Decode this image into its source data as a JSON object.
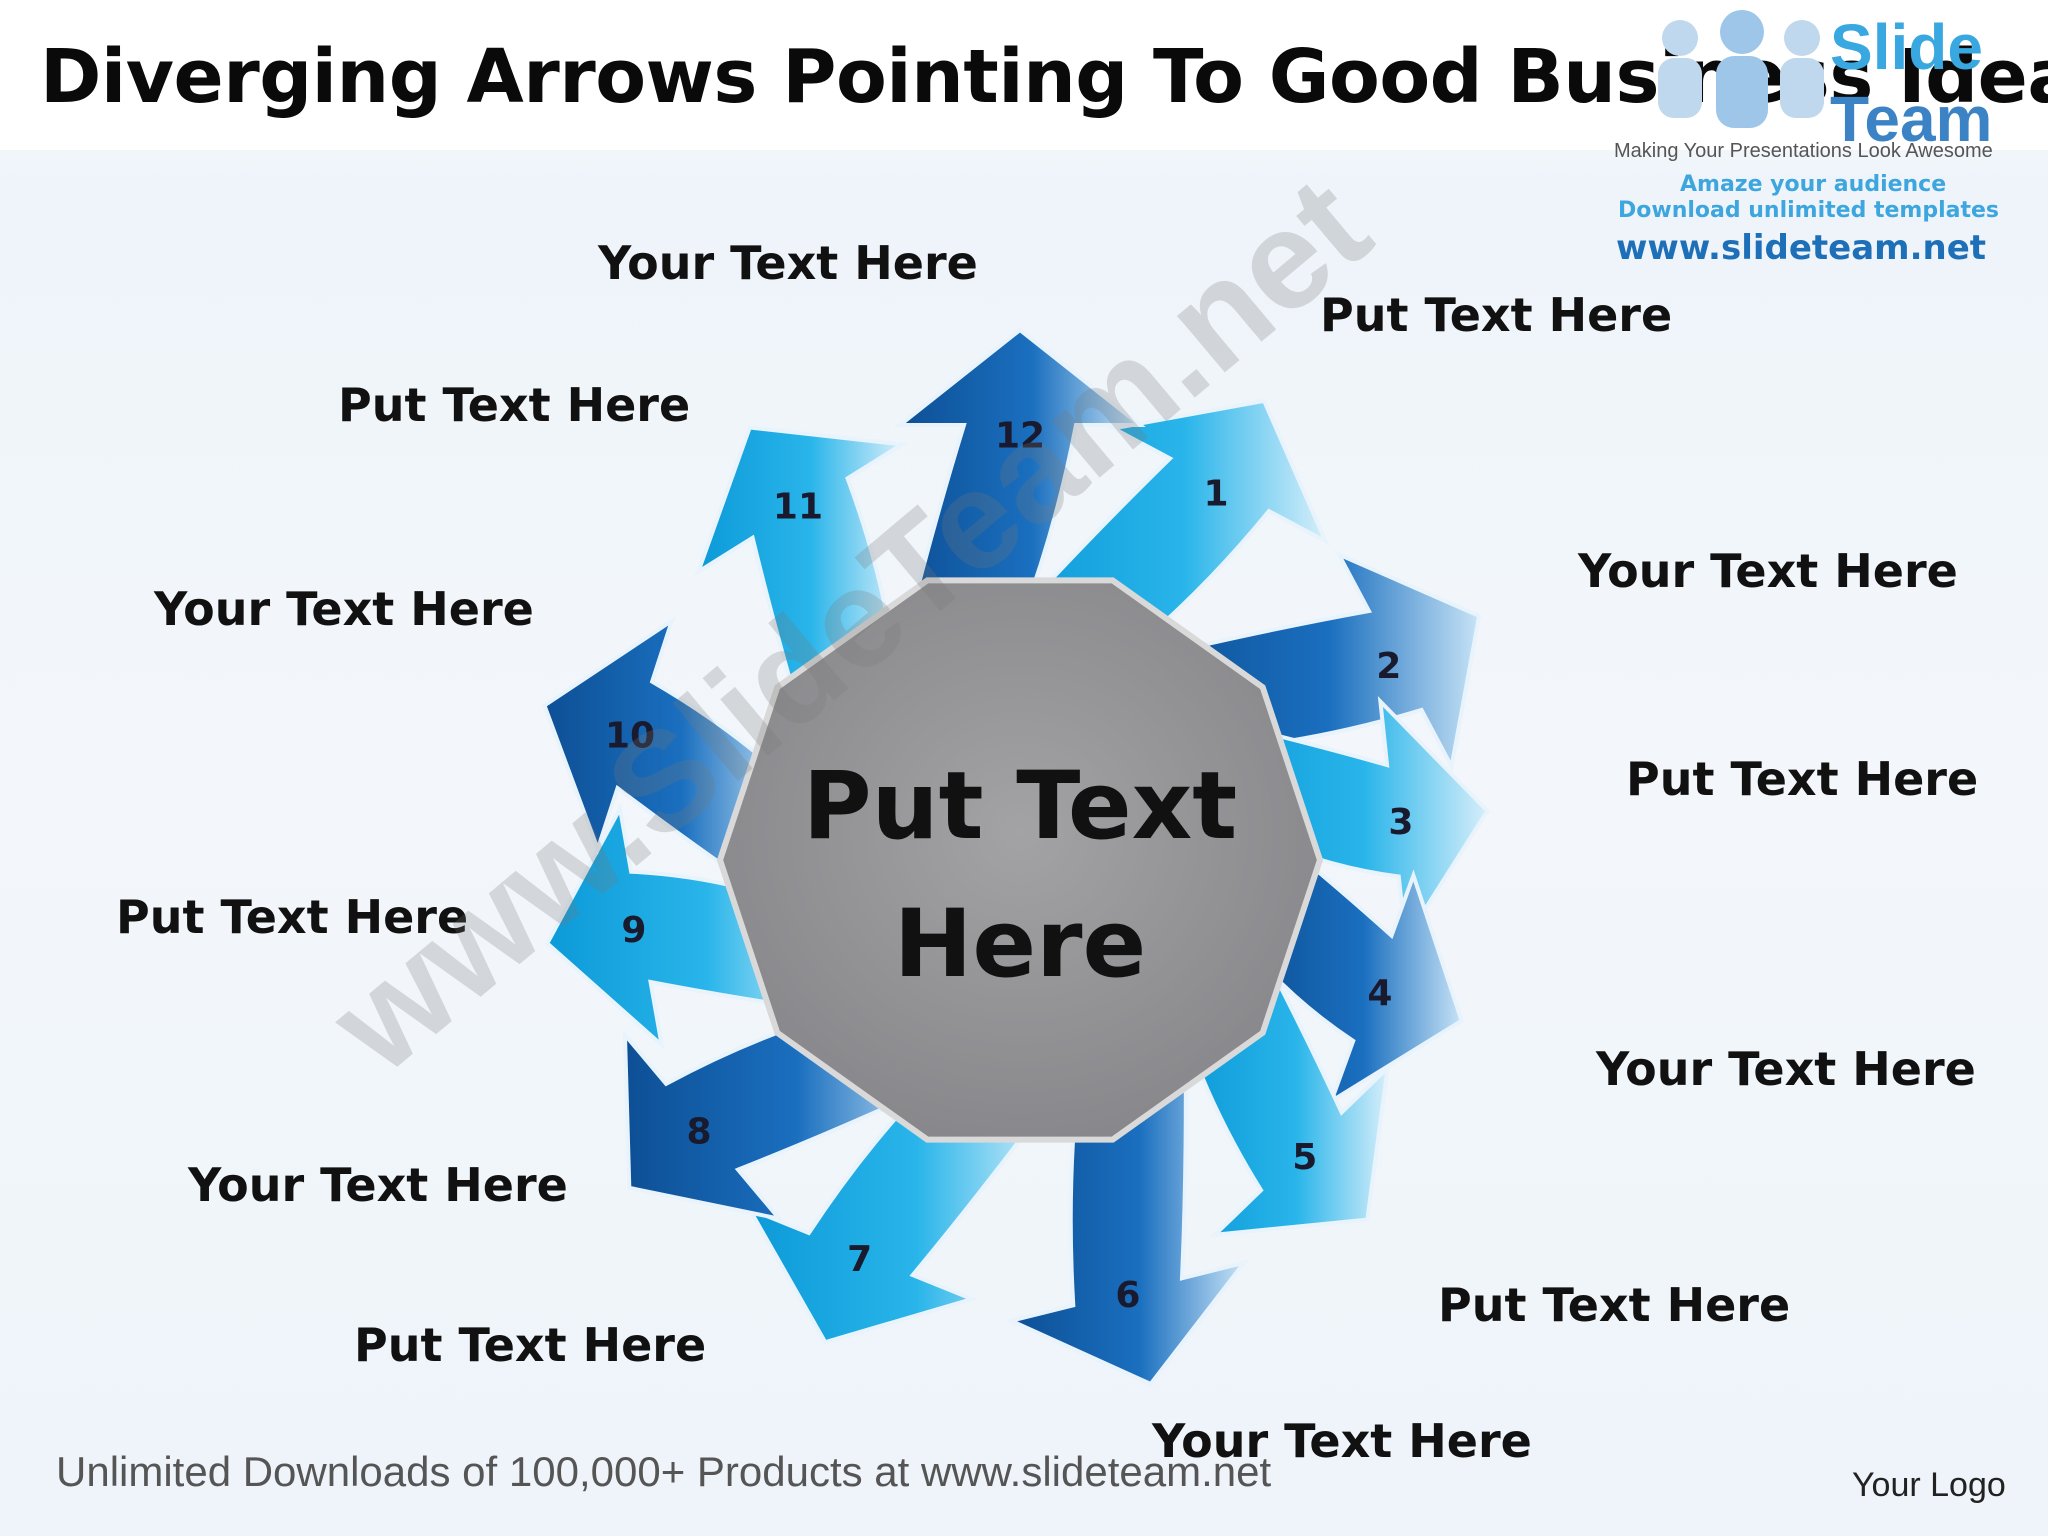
{
  "title": "Diverging Arrows Pointing To Good Business Ideas",
  "center": {
    "line1": "Put Text",
    "line2": "Here"
  },
  "arrows": [
    {
      "number": "1",
      "label": "Put Text Here"
    },
    {
      "number": "2",
      "label": "Your Text Here"
    },
    {
      "number": "3",
      "label": "Put Text Here"
    },
    {
      "number": "4",
      "label": "Your Text Here"
    },
    {
      "number": "5",
      "label": "Put Text Here"
    },
    {
      "number": "6",
      "label": "Your Text Here"
    },
    {
      "number": "7",
      "label": "Put Text Here"
    },
    {
      "number": "8",
      "label": "Your Text Here"
    },
    {
      "number": "9",
      "label": "Put Text Here"
    },
    {
      "number": "10",
      "label": "Your Text Here"
    },
    {
      "number": "11",
      "label": "Put Text Here"
    },
    {
      "number": "12",
      "label": "Your Text Here"
    }
  ],
  "colors": {
    "dark_blue": "#1565b0",
    "light_blue": "#22a7e0",
    "octagon": "#8a8a8c"
  },
  "footer": "Unlimited Downloads of 100,000+ Products at www.slideteam.net",
  "logo_placeholder": "Your Logo",
  "watermark": "www.SlideTeam.net",
  "brand": {
    "word1": "Slide",
    "word2": "Team",
    "tagline": "Making Your Presentations Look Awesome",
    "line1": "Amaze your audience",
    "line2": "Download unlimited templates",
    "url": "www.slideteam.net"
  }
}
